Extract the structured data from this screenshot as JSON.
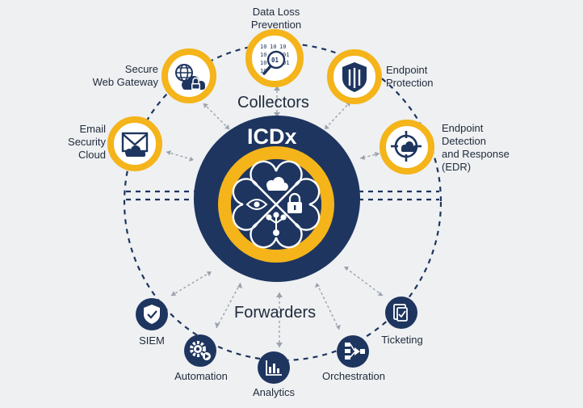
{
  "hub": {
    "title": "ICDx"
  },
  "sections": {
    "collectors": "Collectors",
    "forwarders": "Forwarders"
  },
  "collectors": [
    {
      "id": "dlp",
      "label": "Data Loss\nPrevention",
      "icon": "data-search-icon"
    },
    {
      "id": "swg",
      "label": "Secure\nWeb Gateway",
      "icon": "web-lock-icon"
    },
    {
      "id": "endpoint",
      "label": "Endpoint\nProtection",
      "icon": "shield-icon"
    },
    {
      "id": "email",
      "label": "Email\nSecurity\nCloud",
      "icon": "envelope-cloud-icon"
    },
    {
      "id": "edr",
      "label": "Endpoint\nDetection\nand Response\n(EDR)",
      "icon": "target-cloud-icon"
    }
  ],
  "forwarders": [
    {
      "id": "siem",
      "label": "SIEM",
      "icon": "shield-check-icon"
    },
    {
      "id": "automation",
      "label": "Automation",
      "icon": "gear-play-icon"
    },
    {
      "id": "analytics",
      "label": "Analytics",
      "icon": "bar-chart-icon"
    },
    {
      "id": "orchestration",
      "label": "Orchestration",
      "icon": "flow-icon"
    },
    {
      "id": "ticketing",
      "label": "Ticketing",
      "icon": "ticket-icon"
    }
  ],
  "colors": {
    "navy": "#1e355f",
    "gold": "#f4b41a",
    "text": "#1f2a3a",
    "dotted_gray": "#9aa3ad",
    "background": "#eef0f2"
  }
}
